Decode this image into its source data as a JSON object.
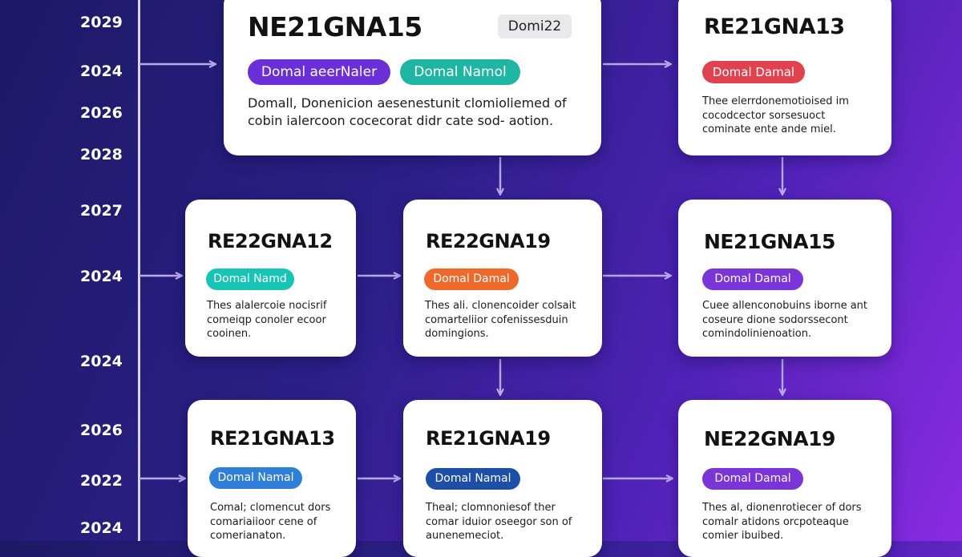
{
  "years": [
    "2029",
    "2024",
    "2026",
    "2028",
    "2027",
    "2024",
    "2024",
    "2026",
    "2022",
    "2024"
  ],
  "cards": [
    {
      "id": "c1",
      "title": "NE21GNA15",
      "tag": "Domi22",
      "pills": [
        {
          "label": "Domal aeerNaler",
          "color": "#6a2fd6"
        },
        {
          "label": "Domal Namol",
          "color": "#1fb5a3"
        }
      ],
      "desc": [
        "Domall, Donenicion aesenestunit clomioliemed of",
        "cobin ialercoon cocecorat didr cate sod- aotion."
      ]
    },
    {
      "id": "c2",
      "title": "RE21GNA13",
      "pills": [
        {
          "label": "Domal Damal",
          "color": "#e0434f"
        }
      ],
      "desc": [
        "Thee elerrdonemotioised im",
        "cocodcector sorsesuoct",
        "cominate ente ande miel."
      ]
    },
    {
      "id": "c3",
      "title": "RE22GNA12",
      "pills": [
        {
          "label": "Domal Namd",
          "color": "#18c4b6"
        }
      ],
      "desc": [
        "Thes alalercoie nocisrif",
        "comeiqp conoler ecoor",
        "cooinen."
      ]
    },
    {
      "id": "c4",
      "title": "RE22GNA19",
      "pills": [
        {
          "label": "Domal Damal",
          "color": "#ef6a2a"
        }
      ],
      "desc": [
        "Thes ali. clonencoider colsait",
        "comarteliior cofenissesduin",
        "domingions."
      ]
    },
    {
      "id": "c5",
      "title": "NE21GNA15",
      "pills": [
        {
          "label": "Domal Damal",
          "color": "#7a34d8"
        }
      ],
      "desc": [
        "Cuee allenconobuins iborne ant",
        "coseure dione sodorssecont",
        "comindolinienoation."
      ]
    },
    {
      "id": "c6",
      "title": "RE21GNA13",
      "pills": [
        {
          "label": "Domal Namal",
          "color": "#2f7fd8"
        }
      ],
      "desc": [
        "Comal; clomencut dors",
        "comariaiioor cene of",
        "comerianaton."
      ]
    },
    {
      "id": "c7",
      "title": "RE21GNA19",
      "pills": [
        {
          "label": "Domal Namal",
          "color": "#1d4fa8"
        }
      ],
      "desc": [
        "Theal; clomnoniesof ther",
        "comar iduior oseegor son of",
        "aunenemeciot."
      ]
    },
    {
      "id": "c8",
      "title": "NE22GNA19",
      "pills": [
        {
          "label": "Domal Damal",
          "color": "#7a34d8"
        }
      ],
      "desc": [
        "Thes al, dionenrotiecer of dors",
        "comalr atidons orcpoteaque",
        "comier ibuibed."
      ]
    }
  ]
}
